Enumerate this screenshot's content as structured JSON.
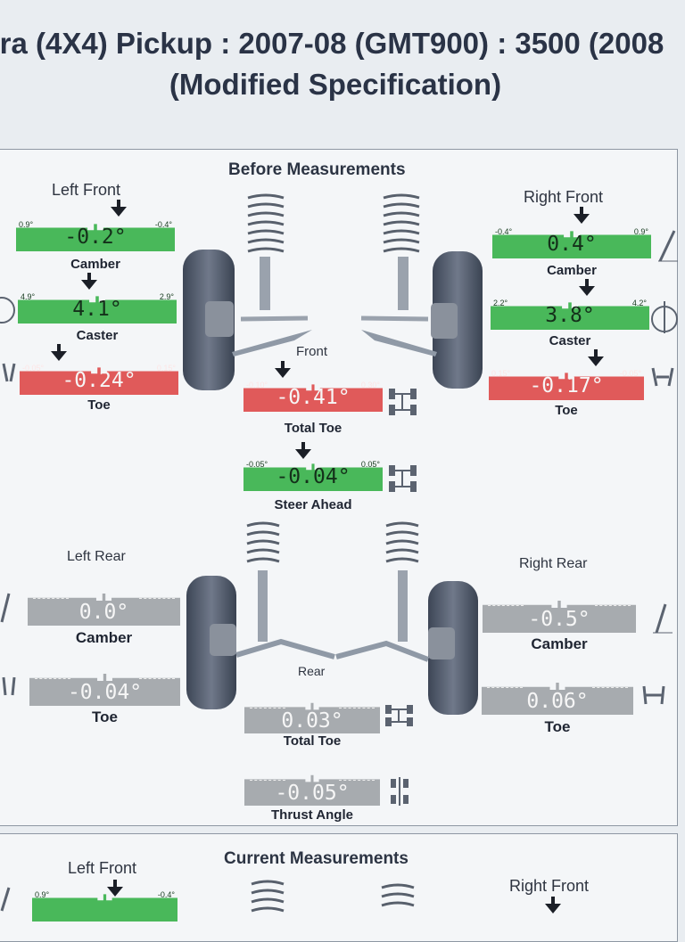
{
  "header": {
    "title_line1": "ra (4X4) Pickup : 2007-08 (GMT900) : 3500 (2008",
    "title_line2": "(Modified Specification)"
  },
  "before": {
    "title": "Before Measurements",
    "front_label": "Front",
    "rear_label": "Rear",
    "left_front": {
      "label": "Left Front",
      "camber": {
        "name": "Camber",
        "value": "-0.2°",
        "min": "0.9°",
        "max": "-0.4°",
        "status": "green"
      },
      "caster": {
        "name": "Caster",
        "value": "4.1°",
        "min": "4.9°",
        "max": "2.9°",
        "status": "green"
      },
      "toe": {
        "name": "Toe",
        "value": "-0.24°",
        "min": "-0.05°",
        "max": "0.15°",
        "status": "red"
      }
    },
    "right_front": {
      "label": "Right Front",
      "camber": {
        "name": "Camber",
        "value": "0.4°",
        "min": "-0.4°",
        "max": "0.9°",
        "status": "green"
      },
      "caster": {
        "name": "Caster",
        "value": "3.8°",
        "min": "2.2°",
        "max": "4.2°",
        "status": "green"
      },
      "toe": {
        "name": "Toe",
        "value": "-0.17°",
        "min": "0.15°",
        "max": "-0.05°",
        "status": "red"
      }
    },
    "total_toe_front": {
      "name": "Total Toe",
      "value": "-0.41°",
      "min": "-0.10°",
      "max": "0.30°",
      "status": "red"
    },
    "steer_ahead": {
      "name": "Steer Ahead",
      "value": "-0.04°",
      "min": "-0.05°",
      "max": "0.05°",
      "status": "green"
    },
    "left_rear": {
      "label": "Left Rear",
      "camber": {
        "name": "Camber",
        "value": "0.0°",
        "status": "gray"
      },
      "toe": {
        "name": "Toe",
        "value": "-0.04°",
        "status": "gray"
      }
    },
    "right_rear": {
      "label": "Right Rear",
      "camber": {
        "name": "Camber",
        "value": "-0.5°",
        "status": "gray"
      },
      "toe": {
        "name": "Toe",
        "value": "0.06°",
        "status": "gray"
      }
    },
    "total_toe_rear": {
      "name": "Total Toe",
      "value": "0.03°",
      "status": "gray"
    },
    "thrust_angle": {
      "name": "Thrust Angle",
      "value": "-0.05°",
      "status": "gray"
    }
  },
  "current": {
    "title": "Current Measurements",
    "left_front_label": "Left Front",
    "right_front_label": "Right Front",
    "left_camber_min": "0.9°",
    "left_camber_max": "-0.4°"
  },
  "colors": {
    "in_spec": "#49b85a",
    "out_of_spec": "#e05a5a",
    "no_spec": "#a7abaf"
  }
}
